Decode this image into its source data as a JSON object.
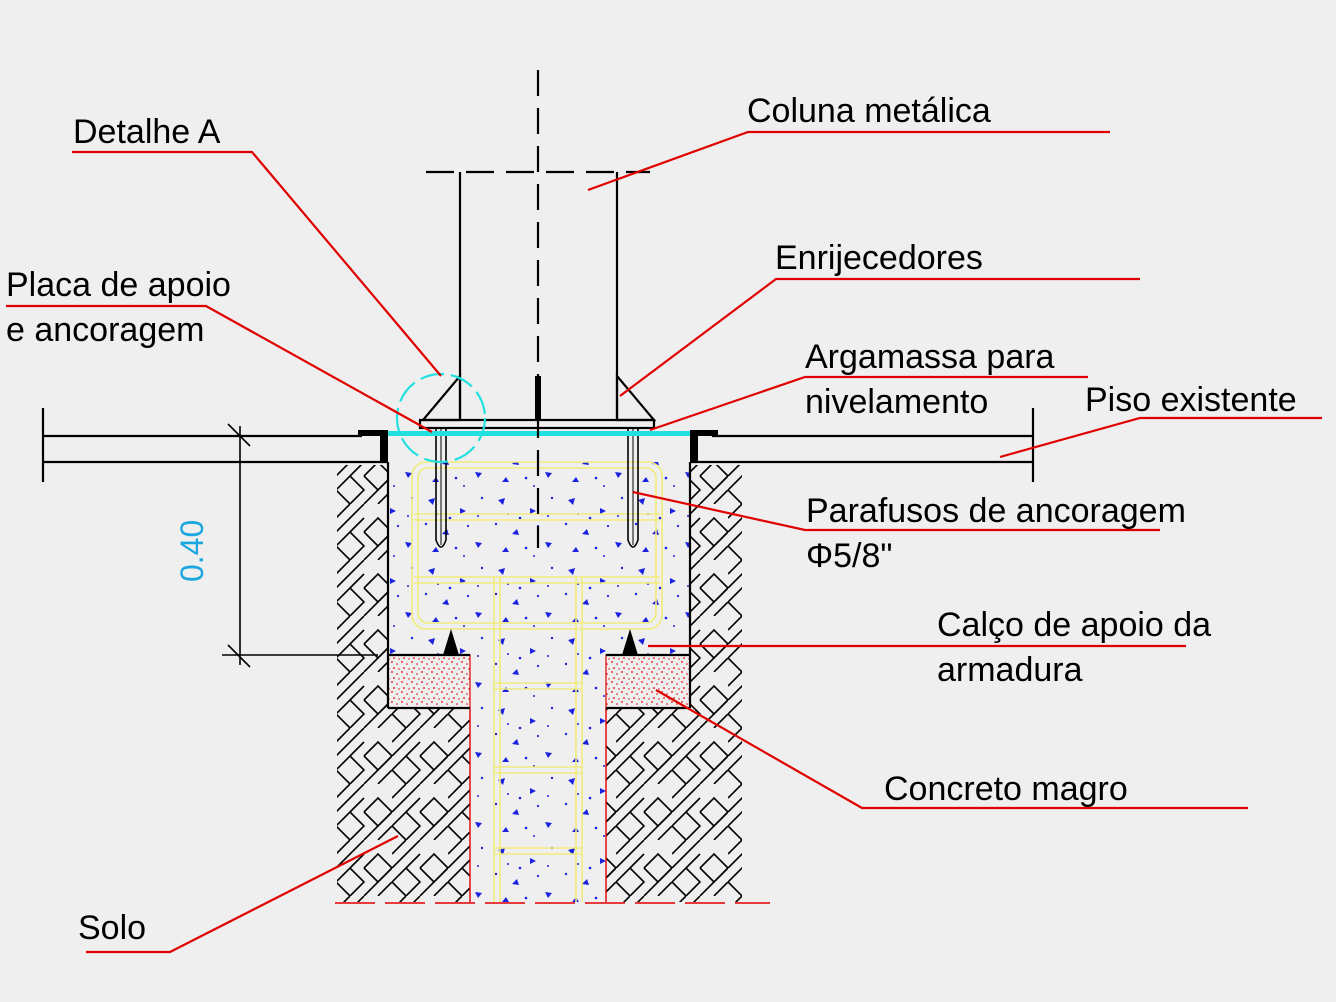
{
  "labels": {
    "detalhe": "Detalhe A",
    "coluna": "Coluna metálica",
    "enrijecedores": "Enrijecedores",
    "placa_line1": "Placa de apoio",
    "placa_line2": "e ancoragem",
    "argamassa_line1": "Argamassa para",
    "argamassa_line2": "nivelamento",
    "piso": "Piso existente",
    "parafusos_line1": "Parafusos de ancoragem",
    "parafusos_line2": "Φ5/8\"",
    "calco_line1": "Calço de apoio da",
    "calco_line2": "armadura",
    "concreto_magro": "Concreto magro",
    "solo": "Solo"
  },
  "dimension": {
    "depth": "0.40"
  },
  "colors": {
    "background": "#efefef",
    "leader": "#e00000",
    "dimension_text": "#1aa7e0",
    "grout": "#22e0e0",
    "rebar": "#f0ec7a",
    "concrete_dots": "#1a22e0",
    "lean_concrete": "#e00000"
  }
}
